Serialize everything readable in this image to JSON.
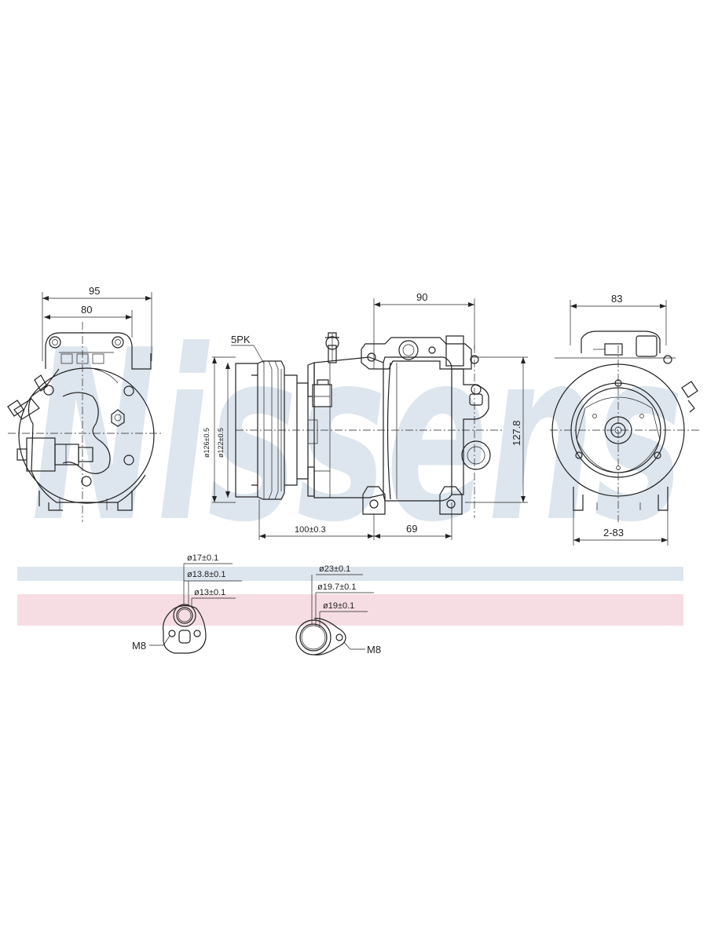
{
  "watermark": {
    "text": "Nissens"
  },
  "colors": {
    "band_blue": "#dde5ee",
    "band_pink": "#f6dde3",
    "line": "#222222"
  },
  "views": {
    "left": {
      "width_outer": "95",
      "width_inner": "80"
    },
    "side": {
      "belt": "5PK",
      "pulley_outer": "ø126±0.5",
      "pulley_inner": "ø122±0.5",
      "length_pulley": "100±0.3",
      "length_body": "69",
      "width_top": "90",
      "height": "127.8"
    },
    "right": {
      "width_top": "83",
      "mount": "2-83"
    }
  },
  "ports": [
    {
      "d1": "ø17±0.1",
      "d2": "ø13.8±0.1",
      "d3": "ø13±0.1",
      "thread": "M8"
    },
    {
      "d1": "ø23±0.1",
      "d2": "ø19.7±0.1",
      "d3": "ø19±0.1",
      "thread": "M8"
    }
  ]
}
